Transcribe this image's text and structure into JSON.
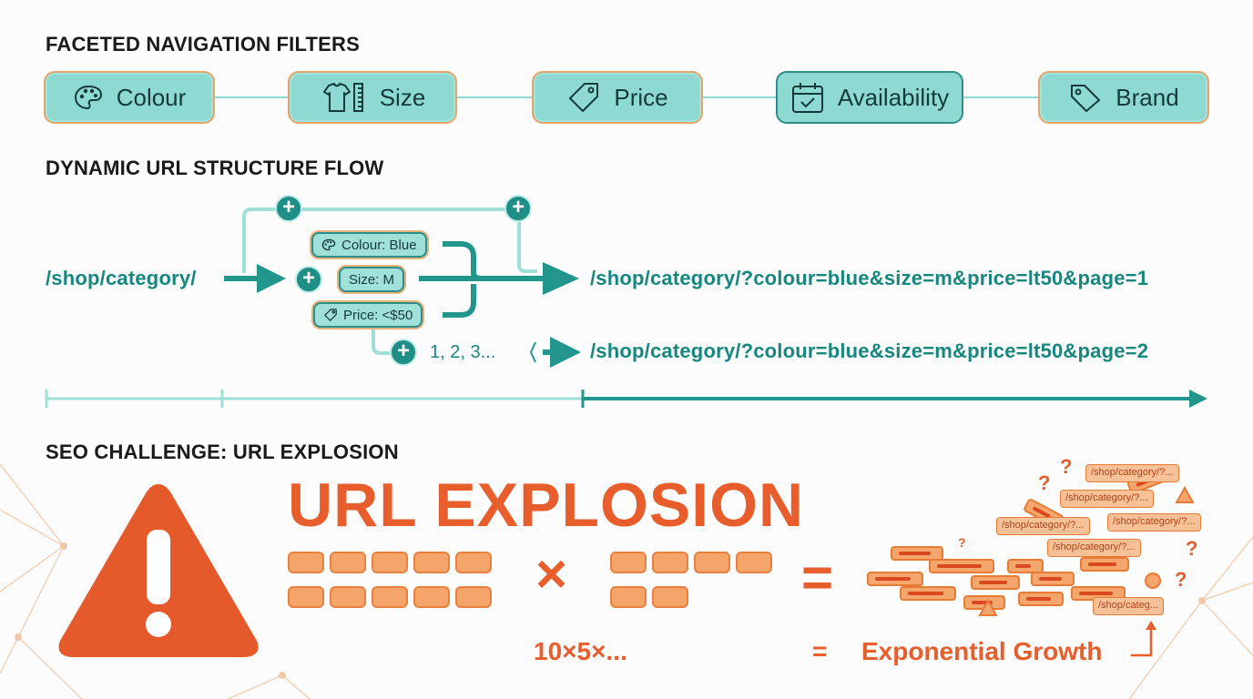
{
  "sections": {
    "facets_title": "FACETED NAVIGATION FILTERS",
    "flow_title": "DYNAMIC URL STRUCTURE FLOW",
    "seo_title": "SEO CHALLENGE: URL EXPLOSION"
  },
  "facets": [
    {
      "label": "Colour",
      "icon": "palette-icon"
    },
    {
      "label": "Size",
      "icon": "tshirt-ruler-icon"
    },
    {
      "label": "Price",
      "icon": "price-tag-icon"
    },
    {
      "label": "Availability",
      "icon": "calendar-check-icon"
    },
    {
      "label": "Brand",
      "icon": "brand-tag-icon"
    }
  ],
  "flow": {
    "base_url": "/shop/category/",
    "chips": [
      {
        "label": "Colour: Blue",
        "icon": "palette-icon"
      },
      {
        "label": "Size: M",
        "icon": ""
      },
      {
        "label": "Price: <$50",
        "icon": "price-tag-icon"
      }
    ],
    "pagination": "1, 2, 3...",
    "result_url_1": "/shop/category/?colour=blue&size=m&price=lt50&page=1",
    "result_url_2": "/shop/category/?colour=blue&size=m&price=lt50&page=2"
  },
  "explosion": {
    "title": "URL EXPLOSION",
    "times_symbol": "×",
    "equals_symbol": "=",
    "formula_left": "10×5×...",
    "formula_equals": "=",
    "formula_right": "Exponential Growth",
    "mini_url_labels": [
      "/shop/category/?...",
      "/shop/category/?...",
      "/shop/category/?...",
      "/shop/category/?...",
      "/shop/category/?...",
      "/shop/categ..."
    ],
    "question_mark": "?"
  },
  "colors": {
    "teal": "#1f8e86",
    "teal_light": "#8edad3",
    "orange": "#e85d2c",
    "orange_light": "#f5a56a"
  }
}
